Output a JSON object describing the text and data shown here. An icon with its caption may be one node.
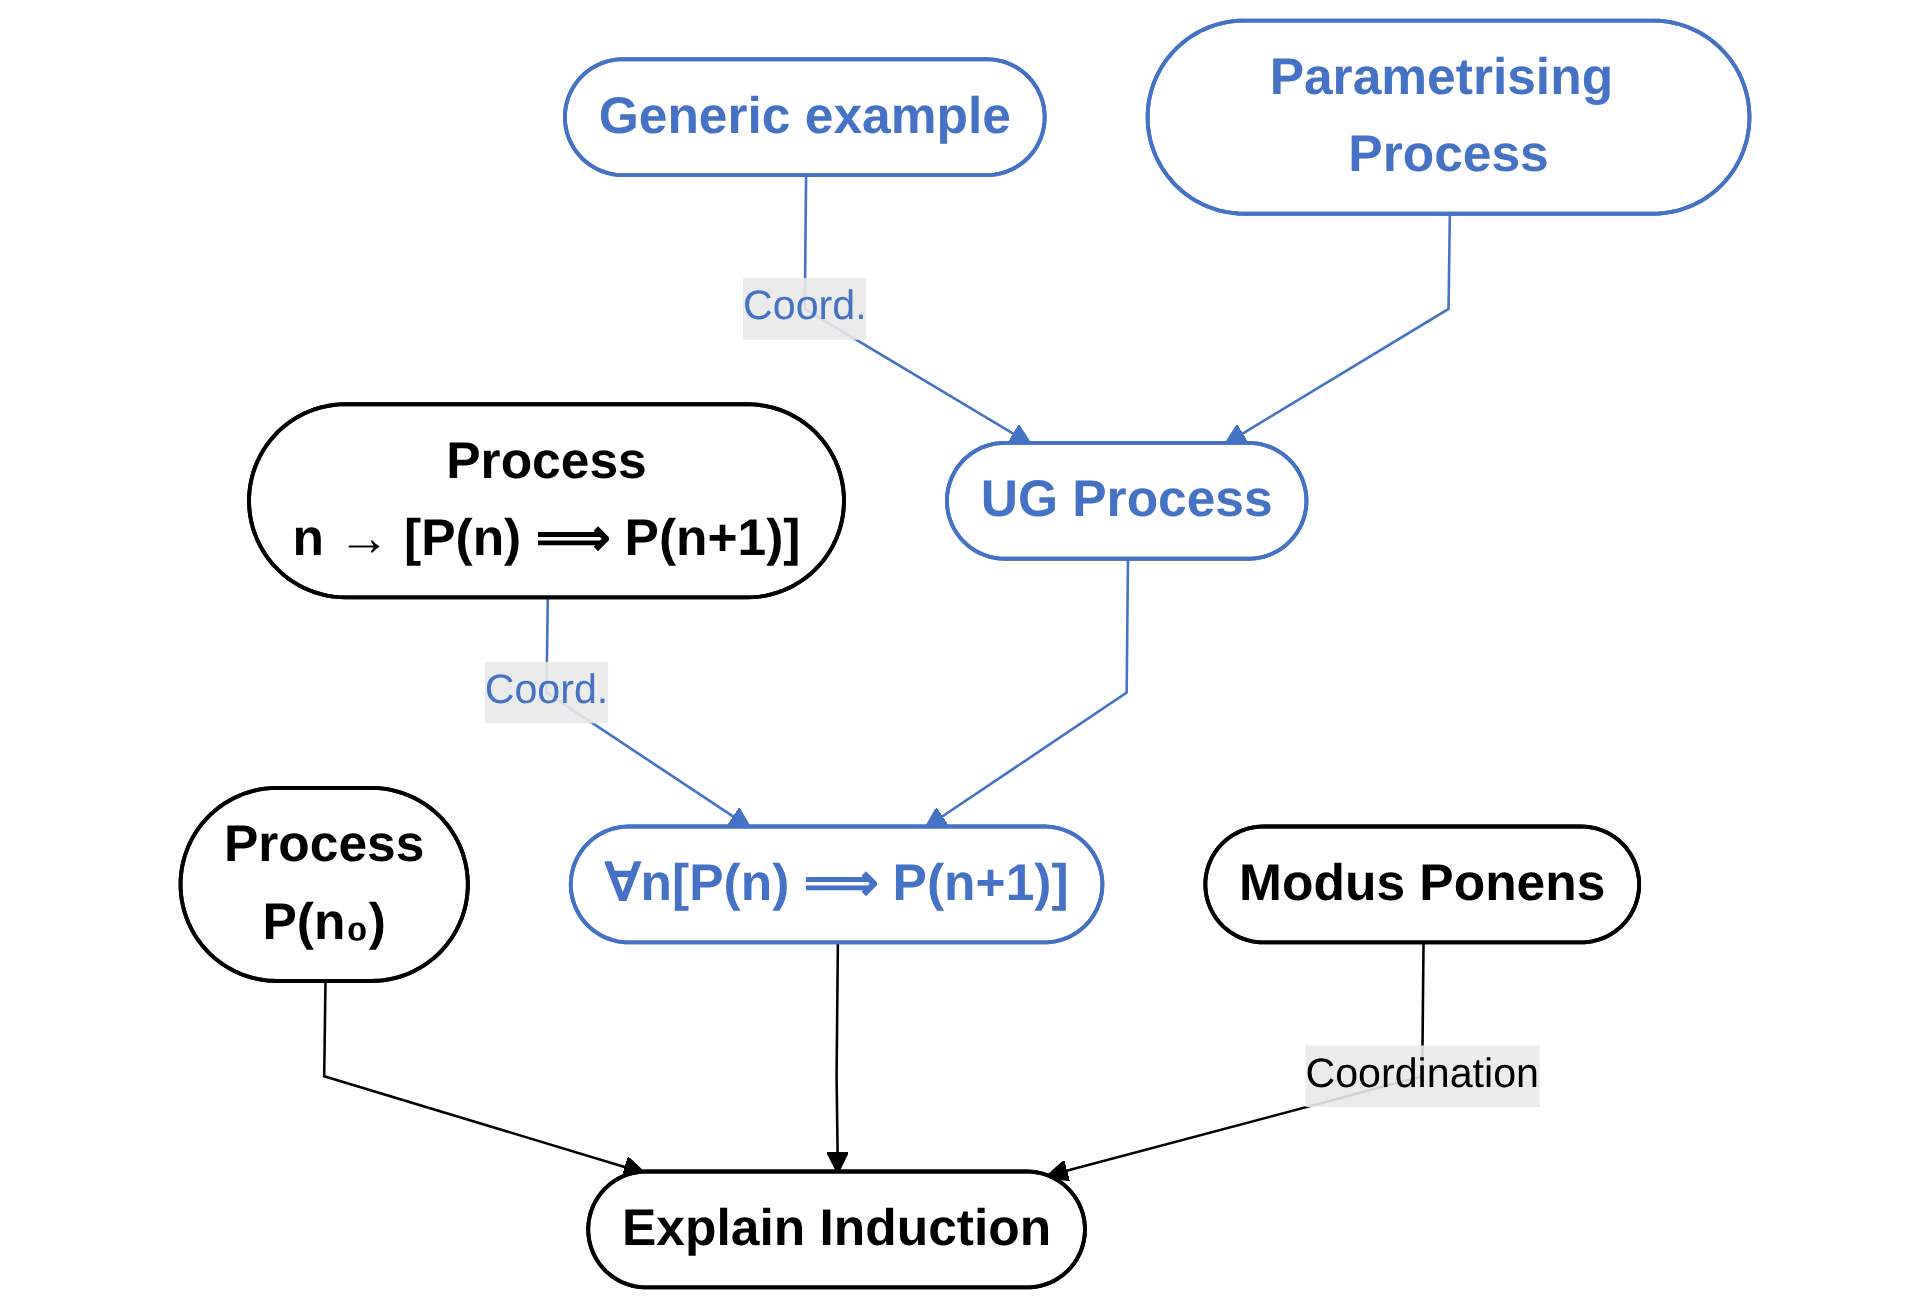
{
  "diagram": {
    "nodes": [
      {
        "text": [
          "Process",
          "n → [P(n) ⟹ P(n+1)]"
        ]
      },
      {
        "text": [
          "Generic example"
        ]
      },
      {
        "text": [
          "Parametrising Process"
        ]
      },
      {
        "text": [
          "UG Process"
        ]
      },
      {
        "text": [
          "∀n[P(n) ⟹ P(n+1)]"
        ]
      },
      {
        "text": [
          "Process",
          "P(n₀)"
        ]
      },
      {
        "text": [
          "Modus Ponens"
        ]
      },
      {
        "text": [
          "Explain Induction"
        ]
      }
    ],
    "edges": [
      {
        "from": 1,
        "to": 3,
        "arrow": "to",
        "label": "Coord.",
        "color": "#4472c4"
      },
      {
        "from": 2,
        "to": 3,
        "arrow": "to",
        "color": "#4472c4"
      },
      {
        "from": 0,
        "to": 4,
        "arrow": "to",
        "label": "Coord.",
        "color": "#4472c4"
      },
      {
        "from": 3,
        "to": 4,
        "arrow": "to",
        "color": "#4472c4"
      },
      {
        "from": 5,
        "to": 7,
        "arrow": "to",
        "color": "#000000"
      },
      {
        "from": 4,
        "to": 7,
        "arrow": "to",
        "color": "#000000"
      },
      {
        "from": 6,
        "to": 7,
        "arrow": "to",
        "label": "Coordination",
        "color": "#000000"
      }
    ]
  }
}
